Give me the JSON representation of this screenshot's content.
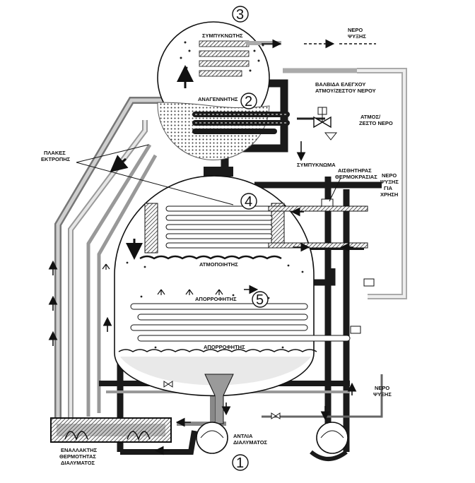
{
  "labels": {
    "condenser": "ΣΥΜΠΥΚΝΩΤΗΣ",
    "generator": "ΑΝΑΓΕΝΝΗΤΗΣ",
    "evaporator": "ΑΤΜΟΠΟΙΗΤΗΣ",
    "absorber_upper": "ΑΠΟΡΡΟΦΗΤΗΣ",
    "absorber_lower": "ΑΠΟΡΡΟΦΗΤΗΣ",
    "condensate": "ΣΥΜΠΥΚΝΩΜΑ",
    "cooling_water_top_1": "ΝΕΡΟ",
    "cooling_water_top_2": "ΨΥΞΗΣ",
    "control_valve_1": "ΒΑΛΒΙΔΑ ΕΛΕΓΧΟΥ",
    "control_valve_2": "ΑΤΜΟΥ/ΖΕΣΤΟΥ ΝΕΡΟΥ",
    "steam_hot_water_1": "ΑΤΜΟΣ/",
    "steam_hot_water_2": "ΖΕΣΤΟ ΝΕΡΟ",
    "baffle_plates_1": "ΠΛΑΚΕΣ",
    "baffle_plates_2": "ΕΚΤΡΟΠΗΣ",
    "temp_sensor_1": "ΑΙΣΘΗΤΗΡΑΣ",
    "temp_sensor_2": "ΘΕΡΜΟΚΡΑΣΙΑΣ",
    "chilled_water_1": "ΝΕΡΟ",
    "chilled_water_2": "ΨΥΞΗΣ",
    "chilled_water_3": "ΓΙΑ",
    "chilled_water_4": "ΧΡΗΣΗ",
    "cooling_water_right_1": "ΝΕΡΟ",
    "cooling_water_right_2": "ΨΥΞΗΣ",
    "solution_pump_1": "ΑΝΤΛΙΑ",
    "solution_pump_2": "ΔΙΑΛΥΜΑΤΟΣ",
    "heat_exchanger_1": "ΕΝΑΛΛΑΚΤΗΣ",
    "heat_exchanger_2": "ΘΕΡΜΟΤΗΤΑΣ",
    "heat_exchanger_3": "ΔΙΑΛΥΜΑΤΟΣ"
  },
  "numbers": [
    "3",
    "2",
    "4",
    "5",
    "1"
  ],
  "colors": {
    "ink": "#111111",
    "pipe_dark": "#1a1a1a",
    "pipe_gray": "#8a8a8a",
    "pipe_light": "#c8c8c8",
    "dotted_fill": "#e2e2e2"
  }
}
